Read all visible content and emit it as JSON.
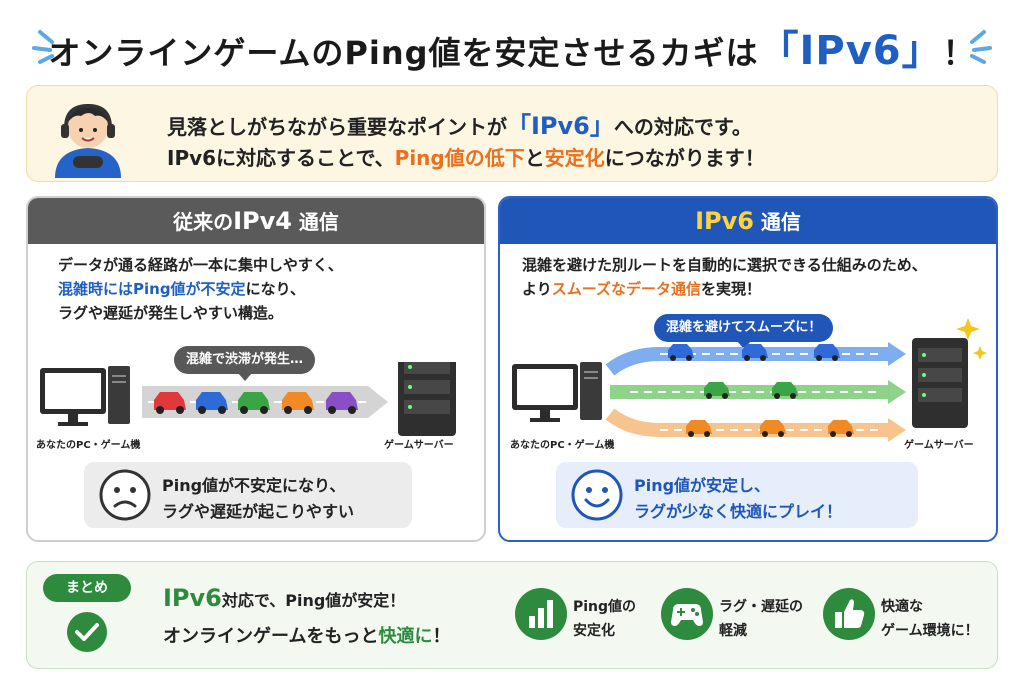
{
  "title": {
    "prefix": "オンラインゲームのPing値を安定させるカギは",
    "highlight": "「IPv6」",
    "suffix": "！"
  },
  "intro": {
    "line1_a": "見落としがちながら重要なポイントが",
    "line1_hl": "「IPv6」",
    "line1_b": "への対応です。",
    "line2_a": "IPv6に対応することで、",
    "line2_hl1": "Ping値の低下",
    "line2_b": "と",
    "line2_hl2": "安定化",
    "line2_c": "につながります！"
  },
  "ipv4": {
    "header_a": "従来の",
    "header_b": "IPv4",
    "header_c": " 通信",
    "desc1": "データが通る経路が一本に集中しやすく、",
    "desc2_hl": "混雑時にはPing値が不安定",
    "desc2_b": "になり、",
    "desc3": "ラグや遅延が発生しやすい構造。",
    "callout": "混雑で渋滞が発生…",
    "pc_label": "あなたのPC・ゲーム機",
    "server_label": "ゲームサーバー",
    "result1": "Ping値が不安定になり、",
    "result2": "ラグや遅延が起こりやすい"
  },
  "ipv6": {
    "header_a": "IPv6",
    "header_b": " 通信",
    "desc1": "混雑を避けた別ルートを自動的に選択できる仕組みのため、",
    "desc2_a": "より",
    "desc2_hl": "スムーズなデータ通信",
    "desc2_b": "を実現！",
    "callout": "混雑を避けてスムーズに！",
    "pc_label": "あなたのPC・ゲーム機",
    "server_label": "ゲームサーバー",
    "result1": "Ping値が安定し、",
    "result2": "ラグが少なく快適にプレイ！"
  },
  "summary": {
    "badge": "まとめ",
    "line1_hl": "IPv6",
    "line1_b": "対応で、Ping値が安定！",
    "line2_a": "オンラインゲームをもっと",
    "line2_hl": "快適に",
    "line2_b": "！",
    "features": [
      {
        "l1": "Ping値の",
        "l2": "安定化"
      },
      {
        "l1": "ラグ・遅延の",
        "l2": "軽減"
      },
      {
        "l1": "快適な",
        "l2": "ゲーム環境に！"
      }
    ]
  },
  "colors": {
    "blue": "#1f5fc4",
    "orange": "#e8701e",
    "green": "#2e8b3e",
    "gray": "#5a5a5a"
  },
  "icons": [
    "burst-icon",
    "gamer-avatar-icon",
    "monitor-icon",
    "pc-tower-icon",
    "car-icon",
    "server-icon",
    "sad-face-icon",
    "smile-face-icon",
    "sparkle-icon",
    "check-icon",
    "bar-chart-icon",
    "gamepad-icon",
    "thumbs-up-icon"
  ]
}
